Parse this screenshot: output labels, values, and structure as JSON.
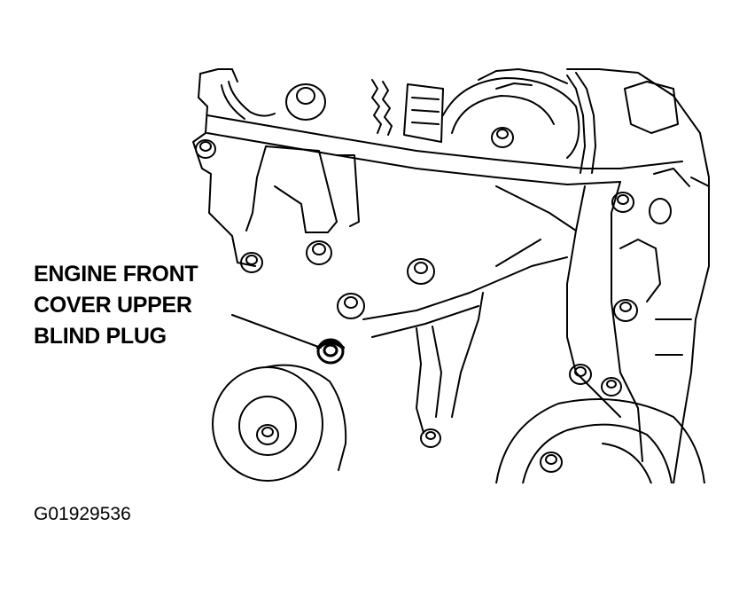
{
  "callout": {
    "line1": "ENGINE FRONT",
    "line2": "COVER UPPER",
    "line3": "BLIND PLUG"
  },
  "figure_id": "G01929536",
  "colors": {
    "ink": "#000000",
    "paper": "#ffffff"
  }
}
